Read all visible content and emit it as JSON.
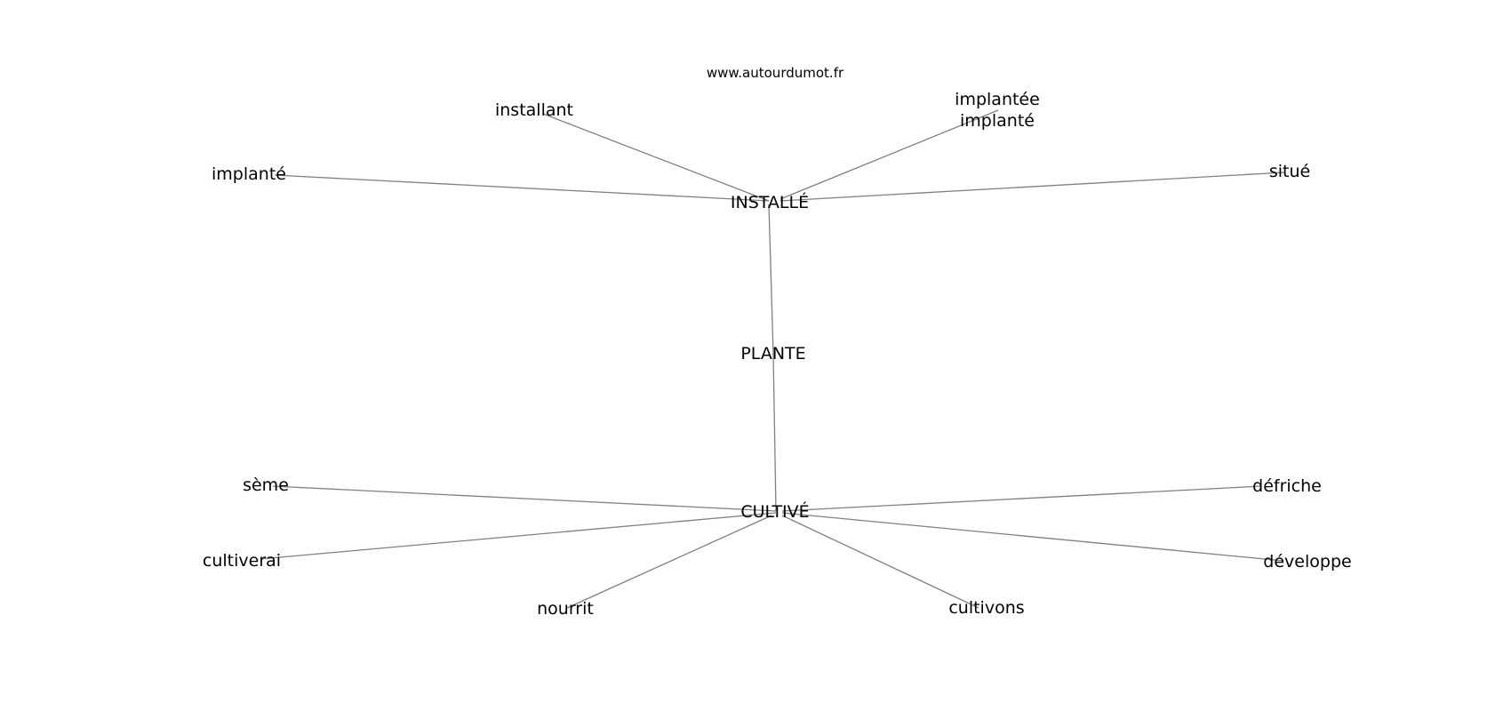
{
  "watermark": "www.autourdumot.fr",
  "colors": {
    "edge": "#808080",
    "text": "#000000",
    "background": "#ffffff"
  },
  "nodes": {
    "plante": "PLANTE",
    "installe": "INSTALLÉ",
    "cultive": "CULTIVÉ",
    "installant": "installant",
    "implantee": "implantée",
    "implante_stacked": "implanté",
    "implante_left": "implanté",
    "situe": "situé",
    "seme": "sème",
    "cultiverai": "cultiverai",
    "nourrit": "nourrit",
    "cultivons": "cultivons",
    "developpe": "développe",
    "defriche": "défriche"
  }
}
